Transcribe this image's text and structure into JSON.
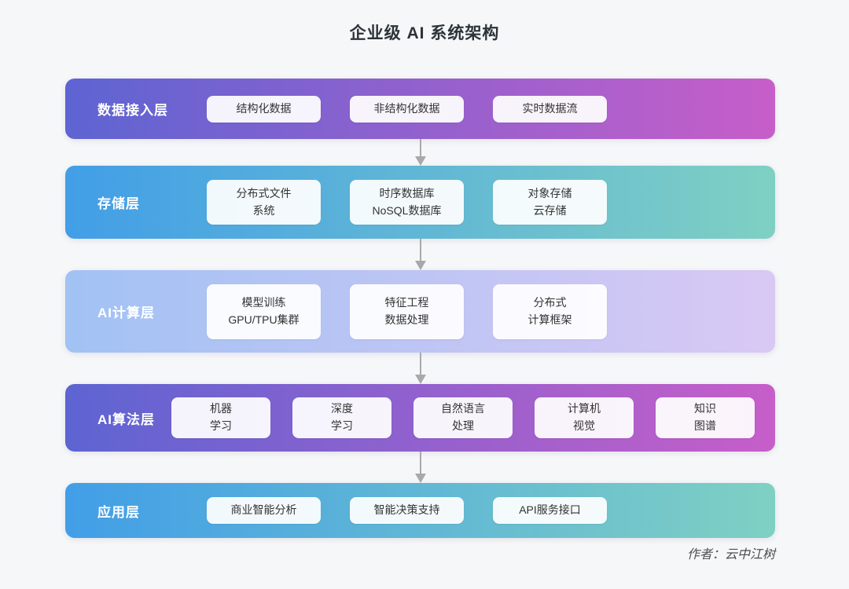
{
  "page": {
    "title": "企业级 AI 系统架构",
    "author_credit": "作者：云中江树",
    "background_color": "#f6f7f9",
    "arrow_color": "#a9a9a9"
  },
  "layers": [
    {
      "id": "data-access",
      "label": "数据接入层",
      "gradient": [
        "#5d64d2",
        "#c75ec9"
      ],
      "boxes": [
        {
          "lines": [
            "结构化数据"
          ]
        },
        {
          "lines": [
            "非结构化数据"
          ]
        },
        {
          "lines": [
            "实时数据流"
          ]
        }
      ]
    },
    {
      "id": "storage",
      "label": "存储层",
      "gradient": [
        "#429ee7",
        "#7fd0c3"
      ],
      "boxes": [
        {
          "lines": [
            "分布式文件",
            "系统"
          ]
        },
        {
          "lines": [
            "时序数据库",
            "NoSQL数据库"
          ]
        },
        {
          "lines": [
            "对象存储",
            "云存储"
          ]
        }
      ]
    },
    {
      "id": "ai-compute",
      "label": "AI计算层",
      "gradient": [
        "#a2c2f4",
        "#d9c8f4"
      ],
      "boxes": [
        {
          "lines": [
            "模型训练",
            "GPU/TPU集群"
          ]
        },
        {
          "lines": [
            "特征工程",
            "数据处理"
          ]
        },
        {
          "lines": [
            "分布式",
            "计算框架"
          ]
        }
      ]
    },
    {
      "id": "ai-algorithm",
      "label": "AI算法层",
      "gradient": [
        "#5d64d2",
        "#c75ec9"
      ],
      "boxes": [
        {
          "lines": [
            "机器",
            "学习"
          ]
        },
        {
          "lines": [
            "深度",
            "学习"
          ]
        },
        {
          "lines": [
            "自然语言",
            "处理"
          ]
        },
        {
          "lines": [
            "计算机",
            "视觉"
          ]
        },
        {
          "lines": [
            "知识",
            "图谱"
          ]
        }
      ]
    },
    {
      "id": "application",
      "label": "应用层",
      "gradient": [
        "#429ee7",
        "#7fd0c3"
      ],
      "boxes": [
        {
          "lines": [
            "商业智能分析"
          ]
        },
        {
          "lines": [
            "智能决策支持"
          ]
        },
        {
          "lines": [
            "API服务接口"
          ]
        }
      ]
    }
  ]
}
